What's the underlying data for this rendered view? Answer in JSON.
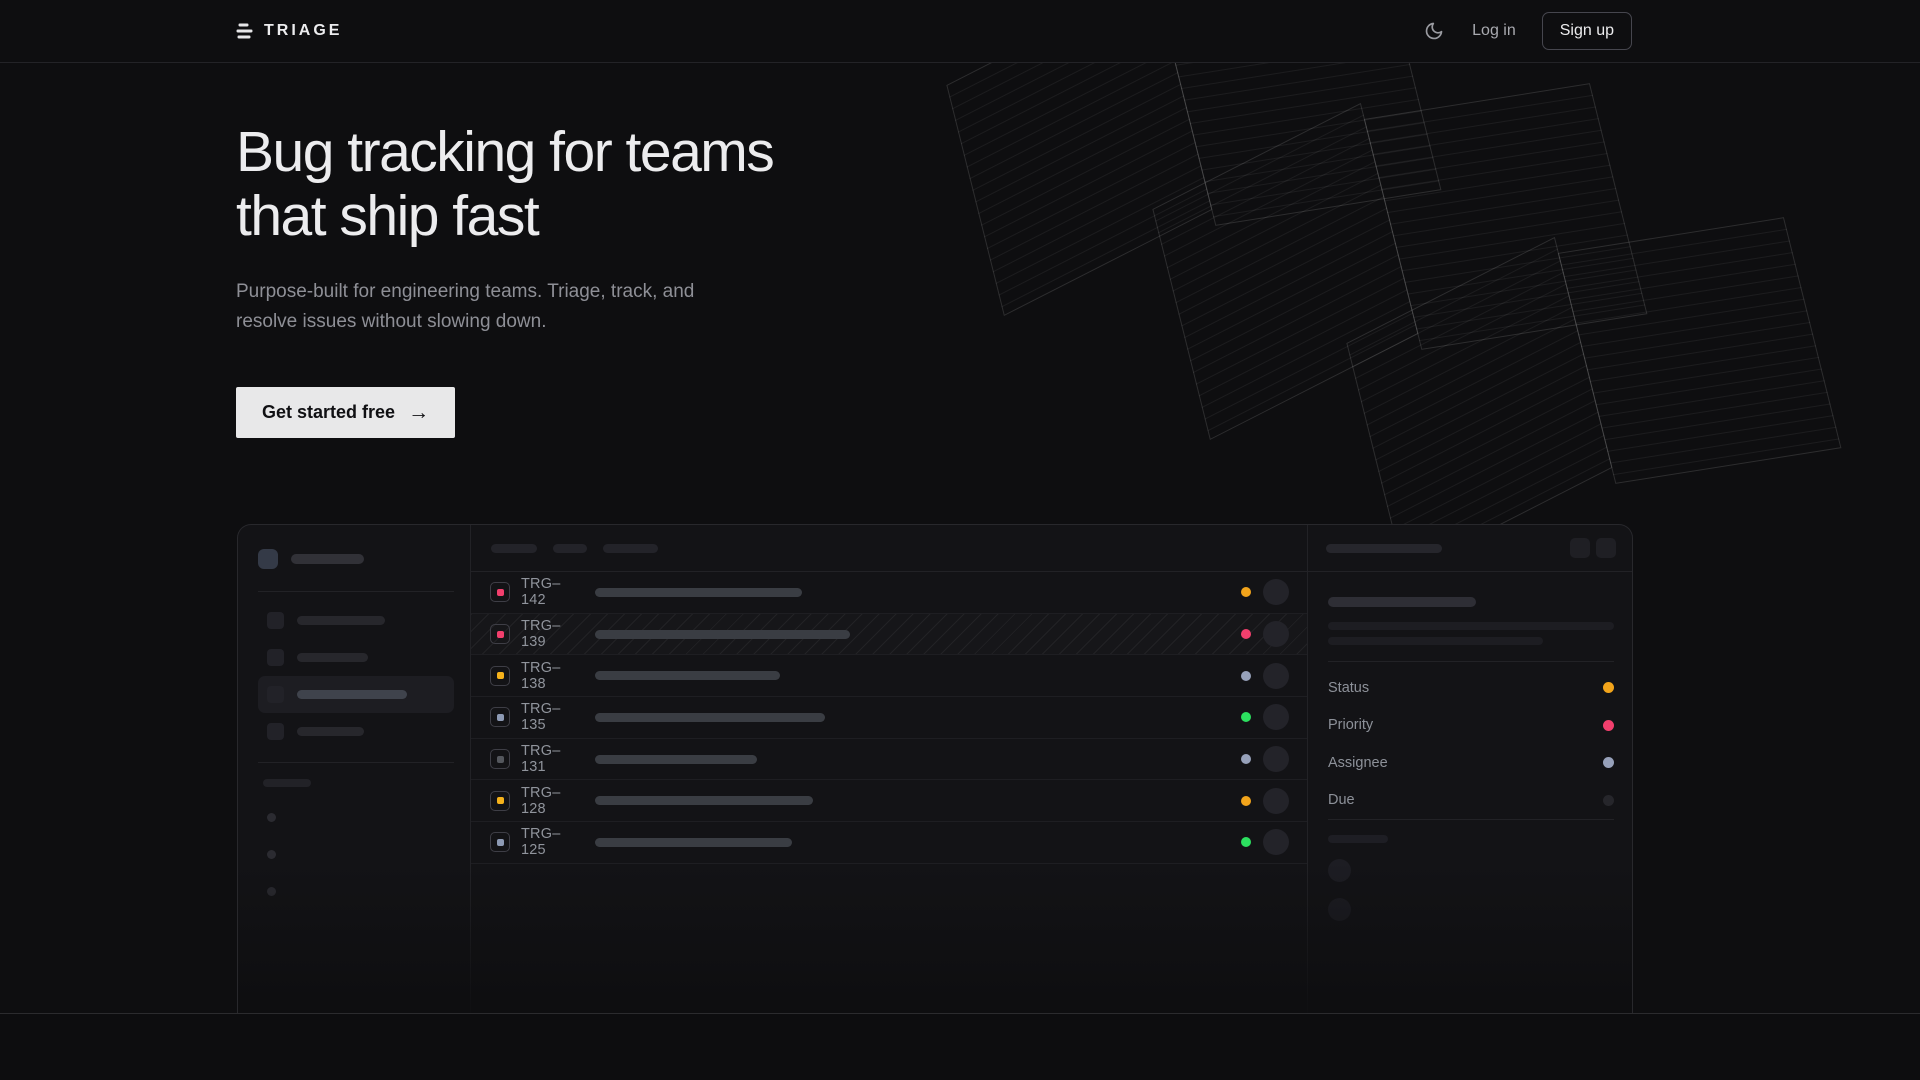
{
  "nav": {
    "brand": "TRIAGE",
    "theme_toggle_icon": "moon",
    "login_label": "Log in",
    "signup_label": "Sign up"
  },
  "hero": {
    "headline_line1": "Bug tracking for teams",
    "headline_line2": "that ship fast",
    "subtext_line1": "Purpose-built for engineering teams. Triage, track, and",
    "subtext_line2": "resolve issues without slowing down.",
    "cta_label": "Get started free",
    "cta_arrow_icon": "→"
  },
  "mockup": {
    "issues": [
      {
        "id": "TRG–142",
        "icon_color": "#f23f6d",
        "status_color": "#f2a41b",
        "selected": false
      },
      {
        "id": "TRG–139",
        "icon_color": "#f23f6d",
        "status_color": "#f23f6d",
        "selected": true
      },
      {
        "id": "TRG–138",
        "icon_color": "#f6b21b",
        "status_color": "#97a1ba",
        "selected": false
      },
      {
        "id": "TRG–135",
        "icon_color": "#8d9ab4",
        "status_color": "#2ce05f",
        "selected": false
      },
      {
        "id": "TRG–131",
        "icon_color": "#54575d",
        "status_color": "#97a1ba",
        "selected": false
      },
      {
        "id": "TRG–128",
        "icon_color": "#f6b21b",
        "status_color": "#f2a41b",
        "selected": false
      },
      {
        "id": "TRG–125",
        "icon_color": "#8d9ab4",
        "status_color": "#2ce05f",
        "selected": false
      }
    ],
    "panel": {
      "fields": [
        {
          "label": "Status",
          "color": "#f2a41b"
        },
        {
          "label": "Priority",
          "color": "#f23f6d"
        },
        {
          "label": "Assignee",
          "color": "#97a1ba"
        },
        {
          "label": "Due",
          "color": "#26262b"
        }
      ]
    }
  }
}
